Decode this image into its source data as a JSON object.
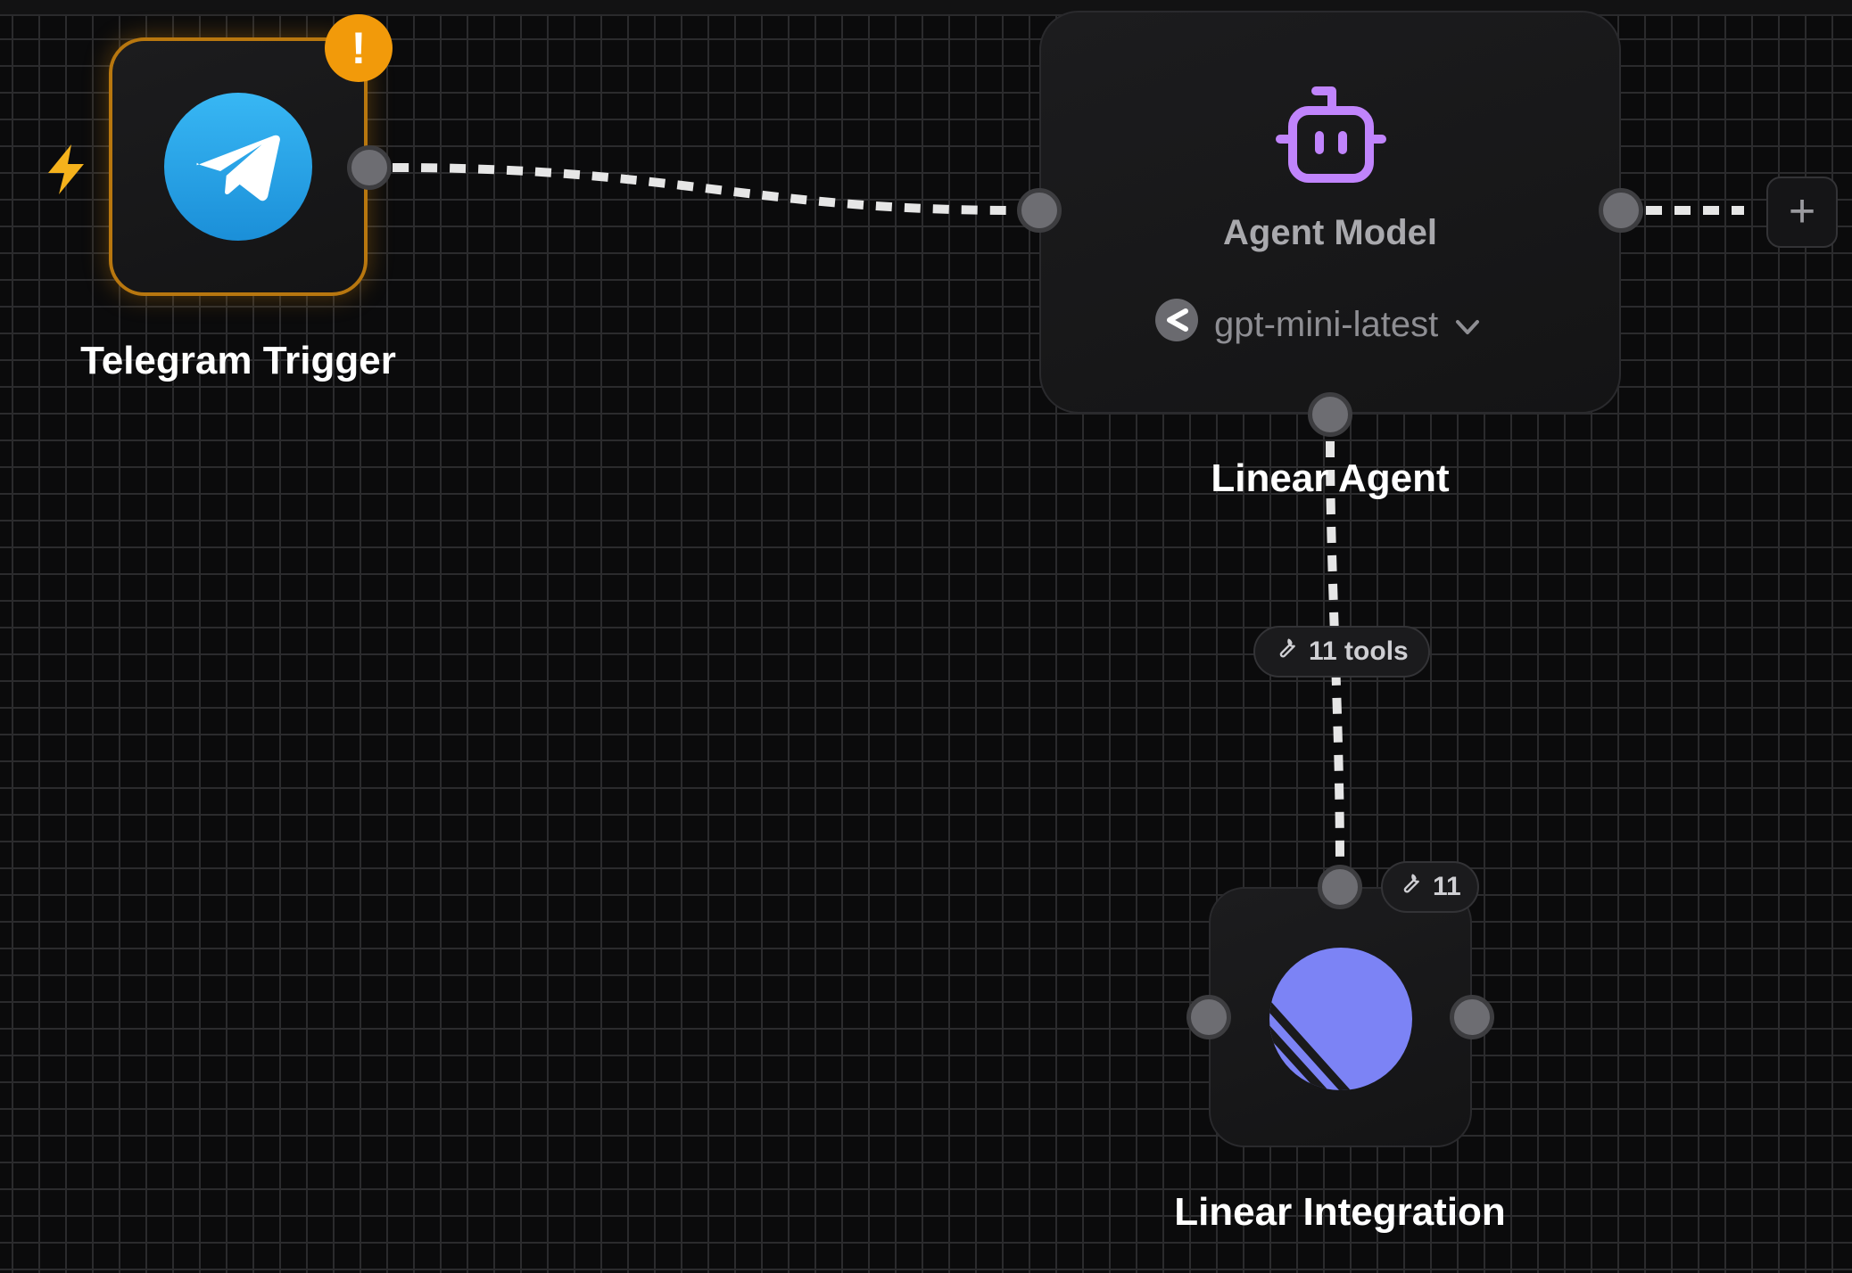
{
  "canvas": {
    "grid": "plus-pattern"
  },
  "nodes": {
    "telegram_trigger": {
      "label": "Telegram Trigger",
      "icon": "telegram-icon",
      "trigger_icon": "lightning-icon",
      "warning": "!",
      "accent_color": "#f29a0a"
    },
    "agent": {
      "label": "Linear Agent",
      "card_title": "Agent Model",
      "icon": "robot-icon",
      "icon_color": "#c084fc",
      "model": {
        "value": "gpt-mini-latest",
        "provider_icon": "provider-logo-icon",
        "dropdown_icon": "chevron-down-icon"
      }
    },
    "linear_integration": {
      "label": "Linear Integration",
      "icon": "linear-logo-icon",
      "icon_color": "#7c83f5",
      "tools_badge": "11"
    }
  },
  "edges": {
    "agent_tools_pill": "11 tools"
  },
  "toolbar": {
    "add_label": "+"
  }
}
